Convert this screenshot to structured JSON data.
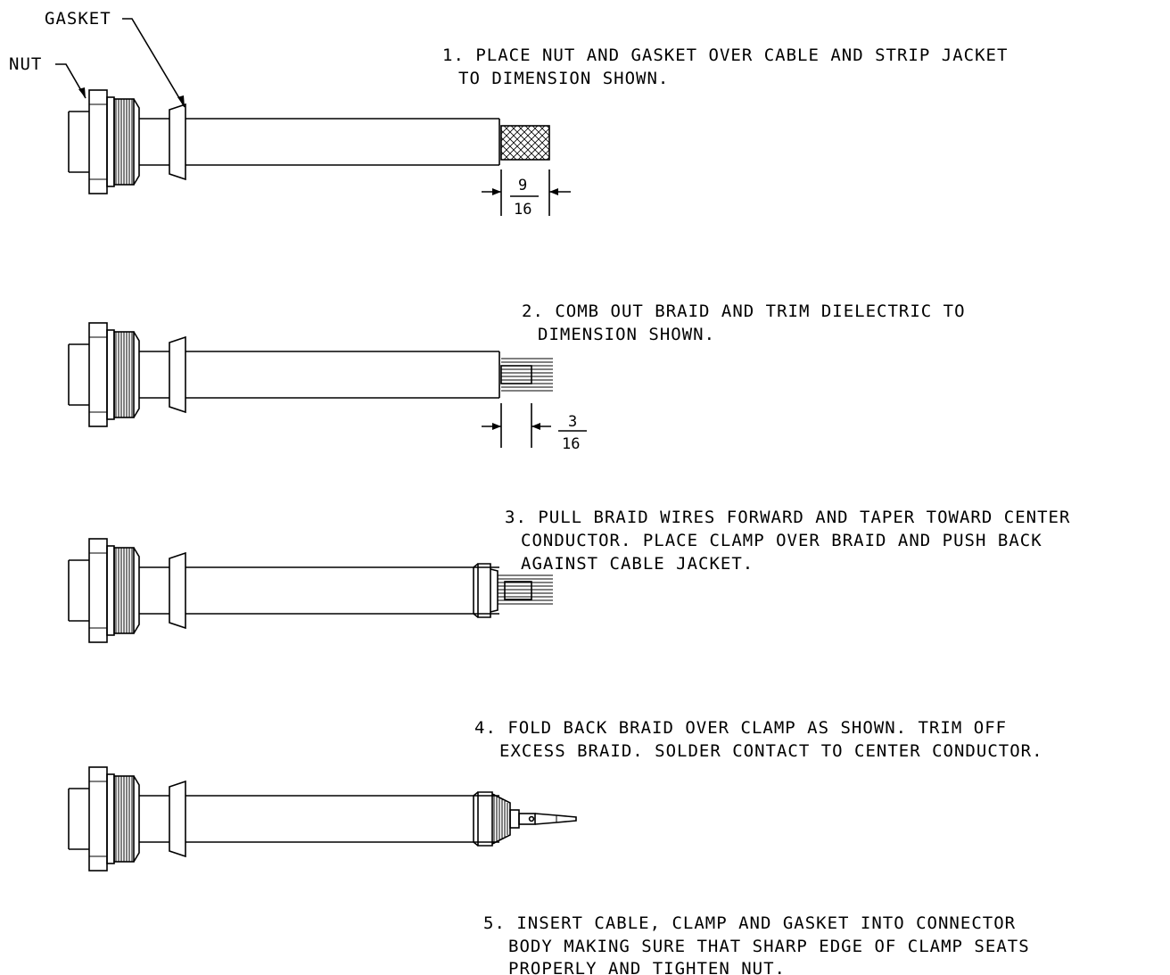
{
  "labels": {
    "nut": "NUT",
    "gasket": "GASKET"
  },
  "steps": [
    {
      "lines": [
        "1. PLACE NUT AND GASKET OVER CABLE AND STRIP JACKET",
        "TO DIMENSION SHOWN."
      ]
    },
    {
      "lines": [
        "2. COMB OUT BRAID AND TRIM DIELECTRIC TO",
        "DIMENSION SHOWN."
      ]
    },
    {
      "lines": [
        "3. PULL BRAID WIRES FORWARD AND TAPER TOWARD CENTER",
        "CONDUCTOR.  PLACE CLAMP OVER BRAID AND PUSH BACK",
        "AGAINST CABLE JACKET."
      ]
    },
    {
      "lines": [
        "4. FOLD BACK BRAID OVER CLAMP AS SHOWN.  TRIM OFF",
        "EXCESS BRAID.  SOLDER CONTACT TO CENTER CONDUCTOR."
      ]
    },
    {
      "lines": [
        "5. INSERT CABLE, CLAMP AND GASKET INTO CONNECTOR",
        "BODY MAKING SURE THAT SHARP EDGE OF CLAMP SEATS",
        "PROPERLY AND TIGHTEN NUT."
      ]
    }
  ],
  "dimensions": {
    "strip": {
      "num": "9",
      "den": "16"
    },
    "dielectric": {
      "num": "3",
      "den": "16"
    }
  }
}
